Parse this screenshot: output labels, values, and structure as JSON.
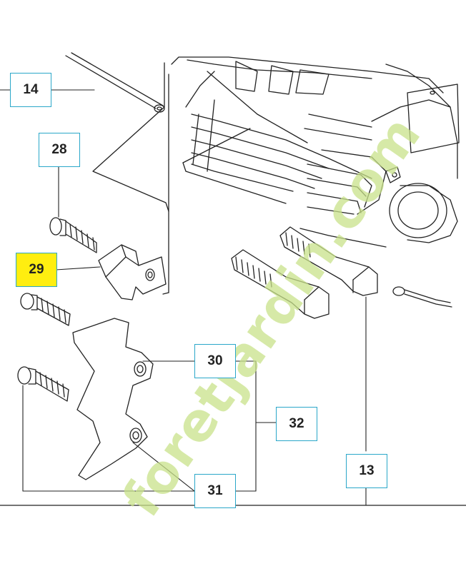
{
  "callouts": {
    "c14": "14",
    "c28": "28",
    "c29": "29",
    "c30": "30",
    "c31": "31",
    "c32": "32",
    "c13": "13"
  },
  "watermark": {
    "text": "foretjardin.com"
  },
  "colors": {
    "callout_border": "#2aa7c9",
    "highlight": "#ffee10",
    "line": "#222222",
    "watermark": "#c9e28a"
  }
}
